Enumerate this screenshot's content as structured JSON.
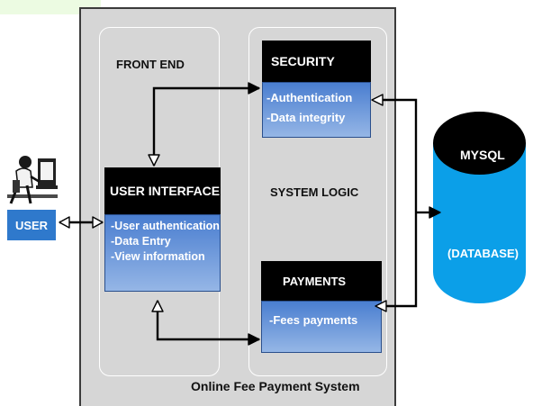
{
  "diagram": {
    "caption": "Online Fee Payment System",
    "front_end_label": "FRONT END",
    "system_logic_label": "SYSTEM LOGIC",
    "user": {
      "label": "USER",
      "icon": "person-at-computer-icon"
    },
    "user_interface": {
      "title": "USER INTERFACE",
      "items": [
        "-User authentication",
        "-Data Entry",
        "-View information"
      ]
    },
    "security": {
      "title": "SECURITY",
      "items": [
        "-Authentication",
        "-Data integrity"
      ]
    },
    "payments": {
      "title": "PAYMENTS",
      "items": [
        "-Fees payments"
      ]
    },
    "database": {
      "title": "MYSQL",
      "subtitle": "(DATABASE)",
      "icon": "cylinder-database-icon"
    },
    "colors": {
      "panel": "#d6d6d6",
      "block_header": "#000000",
      "block_body": "#4a7ed0",
      "user_label": "#2f79cc",
      "database": "#0b9fe8"
    }
  }
}
